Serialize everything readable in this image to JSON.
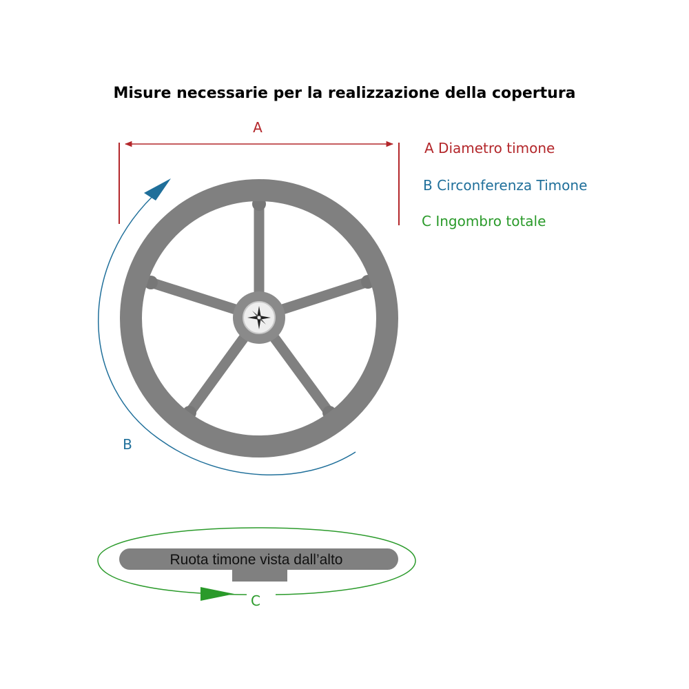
{
  "title": "Misure necessarie per la realizzazione della copertura",
  "colors": {
    "dimension_a": "#b3262a",
    "dimension_b": "#1f6f9a",
    "dimension_c": "#2a9a2a",
    "wheel": "#808080",
    "hub": "#9a9a9a",
    "background": "#ffffff"
  },
  "labels": {
    "a_marker": "A",
    "b_marker": "B",
    "c_marker": "C"
  },
  "legend": [
    {
      "text": "A Diametro timone"
    },
    {
      "text": "B Circonferenza Timone"
    },
    {
      "text": "C Ingombro totale"
    }
  ],
  "top_view": {
    "label": "Ruota timone vista dall’alto"
  },
  "icons": {
    "hub": "compass-rose-icon"
  }
}
